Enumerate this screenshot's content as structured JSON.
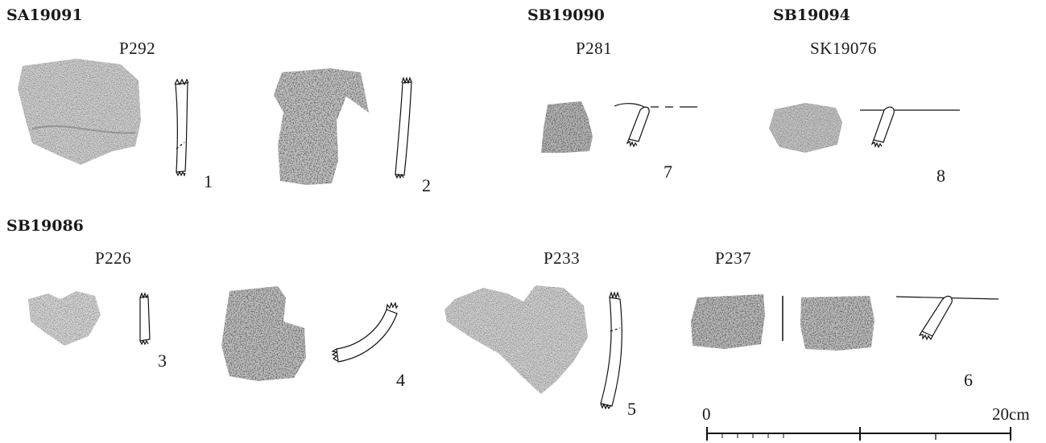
{
  "features": {
    "sa19091": "SA19091",
    "sb19090": "SB19090",
    "sb19094": "SB19094",
    "sb19086": "SB19086"
  },
  "pits": {
    "p292": "P292",
    "p281": "P281",
    "sk19076": "SK19076",
    "p226": "P226",
    "p233": "P233",
    "p237": "P237"
  },
  "figures": {
    "f1": "1",
    "f2": "2",
    "f3": "3",
    "f4": "4",
    "f5": "5",
    "f6": "6",
    "f7": "7",
    "f8": "8"
  },
  "scale": {
    "start_label": "0",
    "end_label": "20cm"
  }
}
